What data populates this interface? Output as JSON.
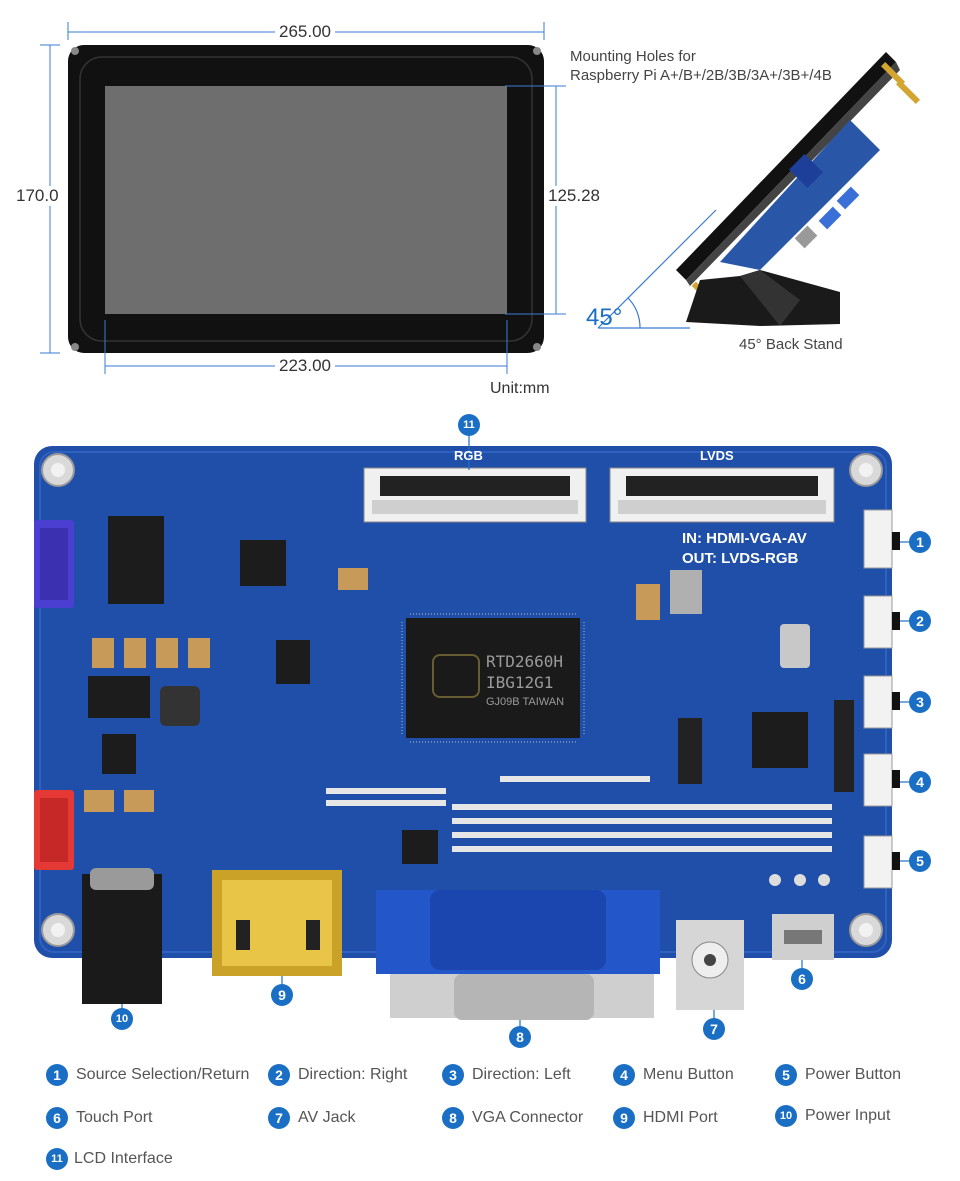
{
  "dimensions": {
    "width_top": "265.00",
    "height_left": "170.0",
    "screen_height": "125.28",
    "screen_width": "223.00",
    "unit": "Unit:mm"
  },
  "side_view": {
    "mounting_note_line1": "Mounting Holes for",
    "mounting_note_line2": "Raspberry Pi A+/B+/2B/3B/3A+/3B+/4B",
    "angle": "45°",
    "stand_label": "45° Back Stand"
  },
  "board": {
    "connector_rgb": "RGB",
    "connector_lvds": "LVDS",
    "silk_in": "IN: HDMI-VGA-AV",
    "silk_out": "OUT: LVDS-RGB",
    "chip_line1": "RTD2660H",
    "chip_line2": "IBG12G1",
    "chip_line3": "GJ09B TAIWAN",
    "callouts": [
      "1",
      "2",
      "3",
      "4",
      "5",
      "6",
      "7",
      "8",
      "9",
      "10",
      "11"
    ]
  },
  "legend": [
    {
      "num": "1",
      "label": "Source Selection/Return"
    },
    {
      "num": "2",
      "label": "Direction: Right"
    },
    {
      "num": "3",
      "label": "Direction: Left"
    },
    {
      "num": "4",
      "label": "Menu Button"
    },
    {
      "num": "5",
      "label": "Power Button"
    },
    {
      "num": "6",
      "label": "Touch Port"
    },
    {
      "num": "7",
      "label": "AV Jack"
    },
    {
      "num": "8",
      "label": "VGA Connector"
    },
    {
      "num": "9",
      "label": "HDMI Port"
    },
    {
      "num": "10",
      "label": "Power Input"
    },
    {
      "num": "11",
      "label": "LCD Interface"
    }
  ],
  "colors": {
    "badge": "#1a6fc4",
    "pcb": "#1f4fa8",
    "bezel": "#111111",
    "screen": "#6e6e6e",
    "dim_line": "#3a7bd5"
  }
}
